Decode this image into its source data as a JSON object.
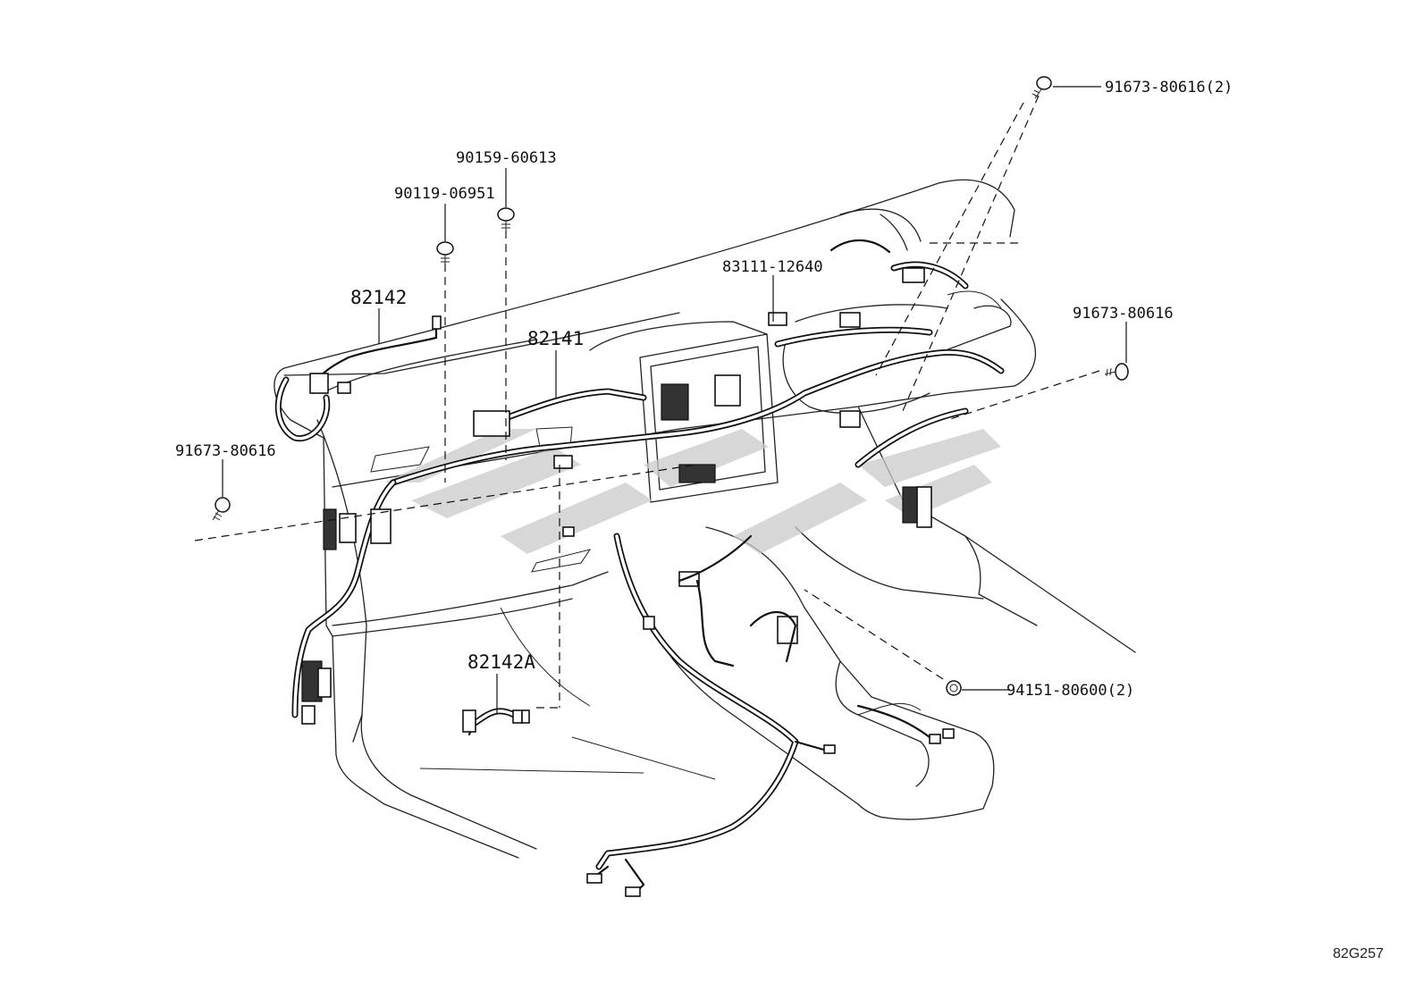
{
  "diagram": {
    "code": "82G257",
    "parts": [
      {
        "id": "p1",
        "number": "91673-80616(2)"
      },
      {
        "id": "p2",
        "number": "90159-60613"
      },
      {
        "id": "p3",
        "number": "90119-06951"
      },
      {
        "id": "p4",
        "number": "83111-12640"
      },
      {
        "id": "p5",
        "number": "82142"
      },
      {
        "id": "p6",
        "number": "82141"
      },
      {
        "id": "p7",
        "number": "91673-80616"
      },
      {
        "id": "p8",
        "number": "91673-80616"
      },
      {
        "id": "p9",
        "number": "82142A"
      },
      {
        "id": "p10",
        "number": "94151-80600(2)"
      }
    ]
  }
}
